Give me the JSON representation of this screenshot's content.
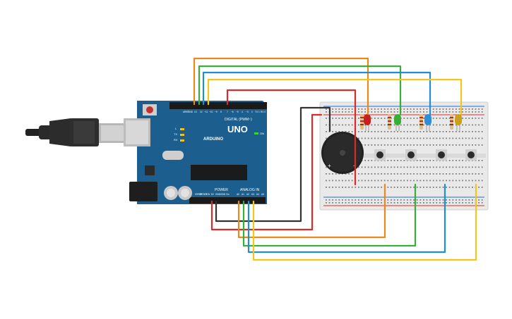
{
  "arduino": {
    "brand": "ARDUINO",
    "model": "UNO",
    "digital_header": "DIGITAL (PWM~)",
    "power_header": "POWER",
    "analog_header": "ANALOG IN",
    "on_label": "ON",
    "led_l": "L",
    "led_tx": "TX",
    "led_rx": "RX",
    "aref": "AREF",
    "gnd": "GND",
    "pin13": "13",
    "pin12": "12",
    "pin11": "~11",
    "pin10": "~10",
    "pin9": "~9",
    "pin8": "8",
    "pin7": "7",
    "pin6": "~6",
    "pin5": "~5",
    "pin4": "4",
    "pin3": "~3",
    "pin2": "2",
    "tx1": "TX 1",
    "rx0": "RX 0",
    "ioref": "IOREF",
    "reset": "RESET",
    "v33": "3.3V",
    "v5": "5V",
    "gnd1": "GND",
    "gnd2": "GND",
    "vin": "Vin",
    "a0": "A0",
    "a1": "A1",
    "a2": "A2",
    "a3": "A3",
    "a4": "A4",
    "a5": "A5"
  },
  "buzzer": {
    "plus": "+",
    "minus": "−"
  },
  "colors": {
    "board": "#1c5f8e",
    "breadboard": "#e9e9e9",
    "wire_orange": "#e8891e",
    "wire_green": "#3aae3a",
    "wire_blue": "#1f8fd0",
    "wire_yellow": "#f2c61a",
    "wire_red": "#d82c2c",
    "wire_black": "#333333",
    "led_red": "#c8201e",
    "led_green": "#35b035",
    "led_blue": "#2c8fd8",
    "led_yellow": "#c9a21a"
  },
  "leds": [
    "red",
    "green",
    "blue",
    "yellow"
  ]
}
